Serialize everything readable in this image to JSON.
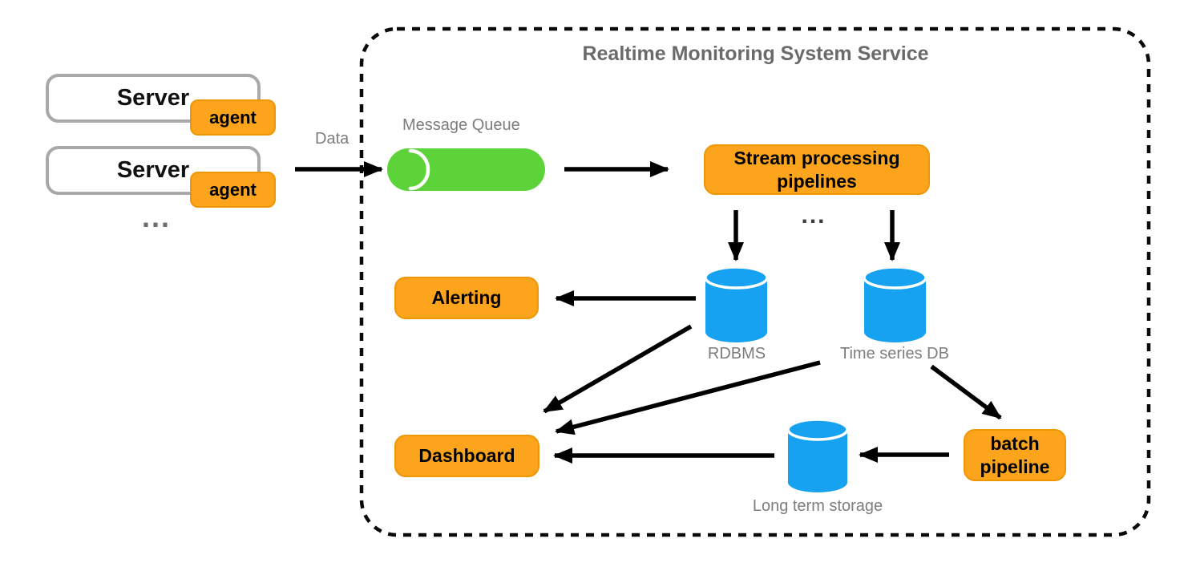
{
  "title": "Realtime Monitoring System Service",
  "servers": [
    {
      "label": "Server",
      "badge": "agent"
    },
    {
      "label": "Server",
      "badge": "agent"
    }
  ],
  "servers_more_indicator": "...",
  "pipelines_more_indicator": "...",
  "nodes": {
    "message_queue": {
      "label": "Message Queue",
      "shape": "horizontal-cylinder"
    },
    "stream_processing": {
      "label": "Stream processing pipelines",
      "shape": "rounded-box"
    },
    "rdbms": {
      "label": "RDBMS",
      "shape": "database-cylinder"
    },
    "time_series_db": {
      "label": "Time series DB",
      "shape": "database-cylinder"
    },
    "alerting": {
      "label": "Alerting",
      "shape": "rounded-box"
    },
    "dashboard": {
      "label": "Dashboard",
      "shape": "rounded-box"
    },
    "batch_pipeline": {
      "label": "batch pipeline",
      "shape": "rounded-box"
    },
    "long_term_storage": {
      "label": "Long term storage",
      "shape": "database-cylinder"
    }
  },
  "edges": [
    {
      "from": "servers",
      "to": "message_queue",
      "label": "Data"
    },
    {
      "from": "message_queue",
      "to": "stream_processing"
    },
    {
      "from": "stream_processing",
      "to": "rdbms"
    },
    {
      "from": "stream_processing",
      "to": "time_series_db"
    },
    {
      "from": "rdbms",
      "to": "alerting"
    },
    {
      "from": "rdbms",
      "to": "dashboard"
    },
    {
      "from": "time_series_db",
      "to": "dashboard"
    },
    {
      "from": "long_term_storage",
      "to": "dashboard"
    },
    {
      "from": "time_series_db",
      "to": "batch_pipeline"
    },
    {
      "from": "batch_pipeline",
      "to": "long_term_storage"
    }
  ],
  "colors": {
    "node_orange": "#FBA41C",
    "node_orange_border": "#EE9705",
    "queue_green": "#5CD339",
    "db_blue": "#17A1F1",
    "server_border_gray": "#A8A8A8",
    "label_gray": "#7D7D7D",
    "arrow_black": "#000000"
  }
}
